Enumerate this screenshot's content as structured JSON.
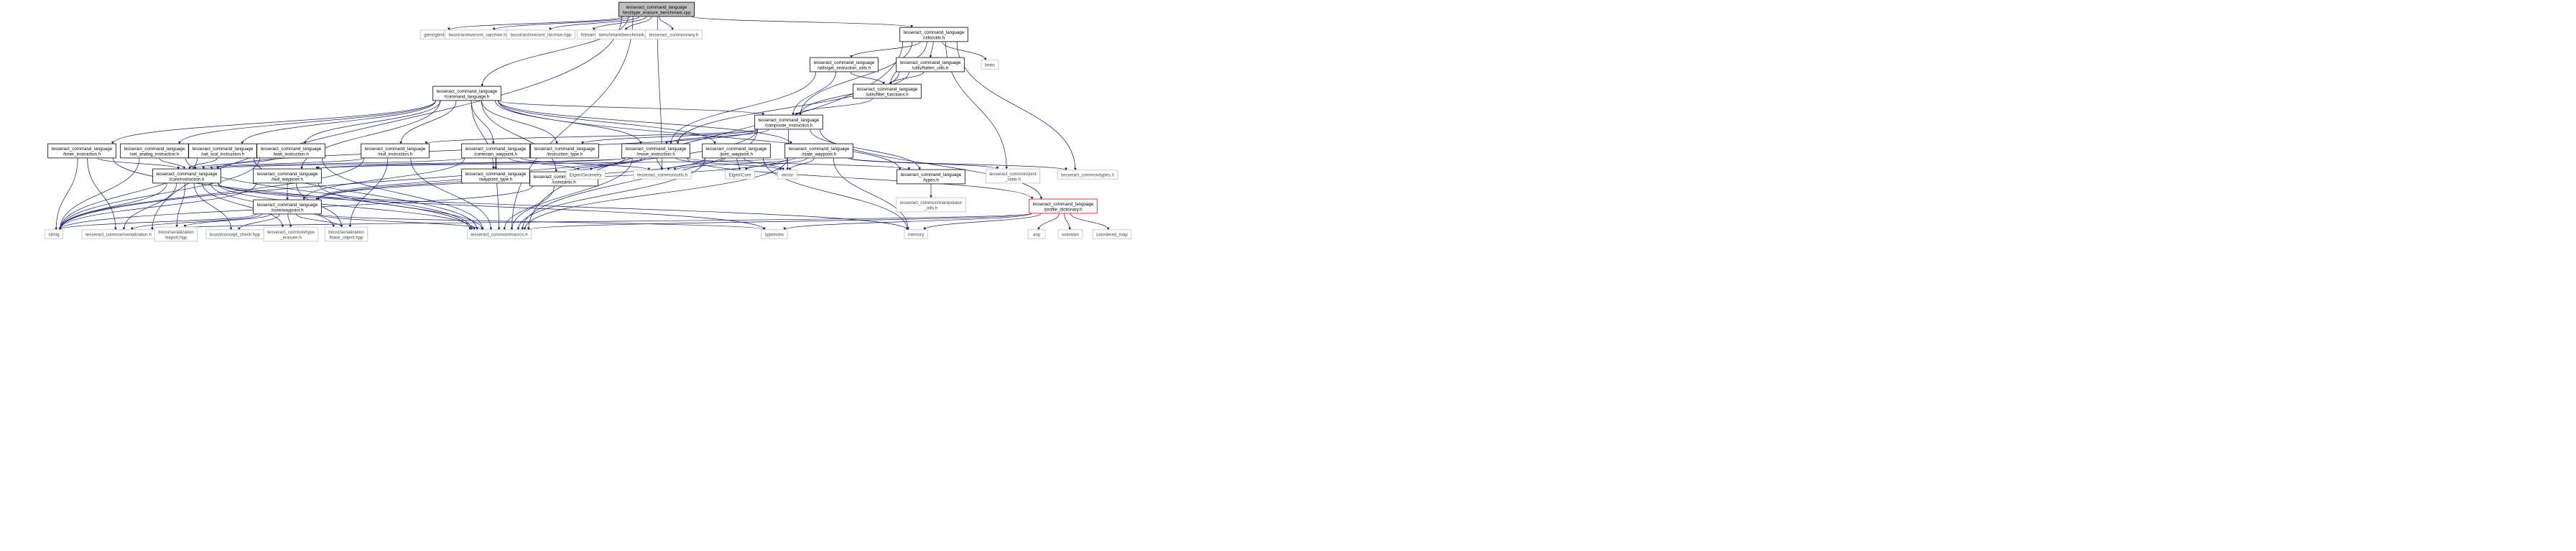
{
  "graph": {
    "nodes": [
      {
        "id": "root",
        "lines": [
          "tesseract_command_language",
          "/test/type_erasure_benchmark.cpp"
        ],
        "kind": "root"
      },
      {
        "id": "gtest",
        "lines": [
          "gtest/gtest.h"
        ],
        "kind": "external"
      },
      {
        "id": "oarchive",
        "lines": [
          "boost/archive/xml_oarchive.hpp"
        ],
        "kind": "external"
      },
      {
        "id": "iarchive",
        "lines": [
          "boost/archive/xml_iarchive.hpp"
        ],
        "kind": "external"
      },
      {
        "id": "fstream",
        "lines": [
          "fstream"
        ],
        "kind": "external"
      },
      {
        "id": "benchmark",
        "lines": [
          "benchmark/benchmark.h"
        ],
        "kind": "external"
      },
      {
        "id": "any_h",
        "lines": [
          "tesseract_common/any.h"
        ],
        "kind": "external"
      },
      {
        "id": "utils",
        "lines": [
          "tesseract_command_language",
          "/utils/utils.h"
        ],
        "kind": "internal"
      },
      {
        "id": "limits",
        "lines": [
          "limits"
        ],
        "kind": "external"
      },
      {
        "id": "get_instr",
        "lines": [
          "tesseract_command_language",
          "/utils/get_instruction_utils.h"
        ],
        "kind": "internal"
      },
      {
        "id": "flatten",
        "lines": [
          "tesseract_command_language",
          "/utils/flatten_utils.h"
        ],
        "kind": "internal"
      },
      {
        "id": "filter",
        "lines": [
          "tesseract_command_language",
          "/utils/filter_functions.h"
        ],
        "kind": "internal"
      },
      {
        "id": "cmdlang",
        "lines": [
          "tesseract_command_language",
          "/command_language.h"
        ],
        "kind": "internal"
      },
      {
        "id": "composite",
        "lines": [
          "tesseract_command_language",
          "/composite_instruction.h"
        ],
        "kind": "internal"
      },
      {
        "id": "timer",
        "lines": [
          "tesseract_command_language",
          "/timer_instruction.h"
        ],
        "kind": "internal"
      },
      {
        "id": "set_analog",
        "lines": [
          "tesseract_command_language",
          "/set_analog_instruction.h"
        ],
        "kind": "internal"
      },
      {
        "id": "set_tool",
        "lines": [
          "tesseract_command_language",
          "/set_tool_instruction.h"
        ],
        "kind": "internal"
      },
      {
        "id": "wait",
        "lines": [
          "tesseract_command_language",
          "/wait_instruction.h"
        ],
        "kind": "internal"
      },
      {
        "id": "null_instr",
        "lines": [
          "tesseract_command_language",
          "/null_instruction.h"
        ],
        "kind": "internal"
      },
      {
        "id": "cartesian",
        "lines": [
          "tesseract_command_language",
          "/cartesian_waypoint.h"
        ],
        "kind": "internal"
      },
      {
        "id": "instr_type",
        "lines": [
          "tesseract_command_language",
          "/instruction_type.h"
        ],
        "kind": "internal"
      },
      {
        "id": "move",
        "lines": [
          "tesseract_command_language",
          "/move_instruction.h"
        ],
        "kind": "internal"
      },
      {
        "id": "joint_wp",
        "lines": [
          "tesseract_command_language",
          "/joint_waypoint.h"
        ],
        "kind": "internal"
      },
      {
        "id": "state_wp",
        "lines": [
          "tesseract_command_language",
          "/state_waypoint.h"
        ],
        "kind": "internal"
      },
      {
        "id": "core_instr",
        "lines": [
          "tesseract_command_language",
          "/core/instruction.h"
        ],
        "kind": "internal"
      },
      {
        "id": "null_wp",
        "lines": [
          "tesseract_command_language",
          "/null_waypoint.h"
        ],
        "kind": "internal"
      },
      {
        "id": "wp_type",
        "lines": [
          "tesseract_command_language",
          "/waypoint_type.h"
        ],
        "kind": "internal"
      },
      {
        "id": "constants",
        "lines": [
          "tesseract_command_language",
          "/constants.h"
        ],
        "kind": "internal"
      },
      {
        "id": "eigen_geo",
        "lines": [
          "Eigen/Geometry"
        ],
        "kind": "external"
      },
      {
        "id": "common_utils",
        "lines": [
          "tesseract_common/utils.h"
        ],
        "kind": "external"
      },
      {
        "id": "eigen_core",
        "lines": [
          "Eigen/Core"
        ],
        "kind": "external"
      },
      {
        "id": "vector",
        "lines": [
          "vector"
        ],
        "kind": "external"
      },
      {
        "id": "types",
        "lines": [
          "tesseract_command_language",
          "/types.h"
        ],
        "kind": "internal"
      },
      {
        "id": "joint_state",
        "lines": [
          "tesseract_common/joint",
          "_state.h"
        ],
        "kind": "external"
      },
      {
        "id": "common_types",
        "lines": [
          "tesseract_common/types.h"
        ],
        "kind": "external"
      },
      {
        "id": "manip_info",
        "lines": [
          "tesseract_common/manipulator",
          "_info.h"
        ],
        "kind": "external"
      },
      {
        "id": "core_wp",
        "lines": [
          "tesseract_command_language",
          "/core/waypoint.h"
        ],
        "kind": "internal"
      },
      {
        "id": "profile_dict",
        "lines": [
          "tesseract_command_language",
          "/profile_dictionary.h"
        ],
        "kind": "missing"
      },
      {
        "id": "string",
        "lines": [
          "string"
        ],
        "kind": "external"
      },
      {
        "id": "serialization",
        "lines": [
          "tesseract_common/serialization.h"
        ],
        "kind": "external"
      },
      {
        "id": "export",
        "lines": [
          "boost/serialization",
          "/export.hpp"
        ],
        "kind": "external"
      },
      {
        "id": "concept",
        "lines": [
          "boost/concept_check.hpp"
        ],
        "kind": "external"
      },
      {
        "id": "type_erasure",
        "lines": [
          "tesseract_common/type",
          "_erasure.h"
        ],
        "kind": "external"
      },
      {
        "id": "base_object",
        "lines": [
          "boost/serialization",
          "/base_object.hpp"
        ],
        "kind": "external"
      },
      {
        "id": "macros",
        "lines": [
          "tesseract_common/macros.h"
        ],
        "kind": "external"
      },
      {
        "id": "typeindex",
        "lines": [
          "typeindex"
        ],
        "kind": "external"
      },
      {
        "id": "memory",
        "lines": [
          "memory"
        ],
        "kind": "external"
      },
      {
        "id": "any",
        "lines": [
          "any"
        ],
        "kind": "external"
      },
      {
        "id": "iostream",
        "lines": [
          "iostream"
        ],
        "kind": "external"
      },
      {
        "id": "unordered_map",
        "lines": [
          "unordered_map"
        ],
        "kind": "external"
      }
    ],
    "edges": [
      [
        "root",
        "gtest"
      ],
      [
        "root",
        "oarchive"
      ],
      [
        "root",
        "iarchive"
      ],
      [
        "root",
        "fstream"
      ],
      [
        "root",
        "benchmark"
      ],
      [
        "root",
        "any_h"
      ],
      [
        "root",
        "utils"
      ],
      [
        "root",
        "cmdlang"
      ],
      [
        "root",
        "serialization"
      ],
      [
        "root",
        "common_utils"
      ],
      [
        "root",
        "macros"
      ],
      [
        "utils",
        "get_instr"
      ],
      [
        "utils",
        "flatten"
      ],
      [
        "utils",
        "filter"
      ],
      [
        "utils",
        "composite"
      ],
      [
        "utils",
        "limits"
      ],
      [
        "utils",
        "common_types"
      ],
      [
        "utils",
        "joint_state"
      ],
      [
        "utils",
        "macros"
      ],
      [
        "get_instr",
        "composite"
      ],
      [
        "get_instr",
        "filter"
      ],
      [
        "get_instr",
        "move"
      ],
      [
        "flatten",
        "filter"
      ],
      [
        "flatten",
        "composite"
      ],
      [
        "flatten",
        "move"
      ],
      [
        "filter",
        "composite"
      ],
      [
        "cmdlang",
        "composite"
      ],
      [
        "cmdlang",
        "timer"
      ],
      [
        "cmdlang",
        "set_analog"
      ],
      [
        "cmdlang",
        "set_tool"
      ],
      [
        "cmdlang",
        "wait"
      ],
      [
        "cmdlang",
        "null_instr"
      ],
      [
        "cmdlang",
        "cartesian"
      ],
      [
        "cmdlang",
        "instr_type"
      ],
      [
        "cmdlang",
        "move"
      ],
      [
        "cmdlang",
        "joint_wp"
      ],
      [
        "cmdlang",
        "state_wp"
      ],
      [
        "cmdlang",
        "null_wp"
      ],
      [
        "cmdlang",
        "wp_type"
      ],
      [
        "cmdlang",
        "constants"
      ],
      [
        "cmdlang",
        "types"
      ],
      [
        "composite",
        "instr_type"
      ],
      [
        "composite",
        "null_instr"
      ],
      [
        "composite",
        "move"
      ],
      [
        "composite",
        "vector"
      ],
      [
        "composite",
        "types"
      ],
      [
        "composite",
        "profile_dict"
      ],
      [
        "composite",
        "macros"
      ],
      [
        "composite",
        "core_instr"
      ],
      [
        "composite",
        "string"
      ],
      [
        "timer",
        "core_instr"
      ],
      [
        "timer",
        "string"
      ],
      [
        "timer",
        "serialization"
      ],
      [
        "timer",
        "macros"
      ],
      [
        "set_analog",
        "core_instr"
      ],
      [
        "set_analog",
        "string"
      ],
      [
        "set_analog",
        "macros"
      ],
      [
        "set_tool",
        "core_instr"
      ],
      [
        "set_tool",
        "string"
      ],
      [
        "set_tool",
        "macros"
      ],
      [
        "wait",
        "core_instr"
      ],
      [
        "wait",
        "string"
      ],
      [
        "wait",
        "macros"
      ],
      [
        "null_instr",
        "core_instr"
      ],
      [
        "null_instr",
        "string"
      ],
      [
        "null_instr",
        "macros"
      ],
      [
        "null_instr",
        "base_object"
      ],
      [
        "cartesian",
        "core_wp"
      ],
      [
        "cartesian",
        "wp_type"
      ],
      [
        "cartesian",
        "eigen_geo"
      ],
      [
        "cartesian",
        "common_utils"
      ],
      [
        "cartesian",
        "macros"
      ],
      [
        "cartesian",
        "core_instr"
      ],
      [
        "move",
        "core_instr"
      ],
      [
        "move",
        "core_wp"
      ],
      [
        "move",
        "constants"
      ],
      [
        "move",
        "eigen_geo"
      ],
      [
        "move",
        "common_utils"
      ],
      [
        "move",
        "vector"
      ],
      [
        "move",
        "profile_dict"
      ],
      [
        "move",
        "macros"
      ],
      [
        "move",
        "null_wp"
      ],
      [
        "move",
        "types"
      ],
      [
        "joint_wp",
        "core_wp"
      ],
      [
        "joint_wp",
        "eigen_core"
      ],
      [
        "joint_wp",
        "vector"
      ],
      [
        "joint_wp",
        "common_utils"
      ],
      [
        "joint_wp",
        "macros"
      ],
      [
        "joint_wp",
        "memory"
      ],
      [
        "state_wp",
        "core_wp"
      ],
      [
        "state_wp",
        "eigen_core"
      ],
      [
        "state_wp",
        "vector"
      ],
      [
        "state_wp",
        "common_utils"
      ],
      [
        "state_wp",
        "joint_state"
      ],
      [
        "state_wp",
        "common_types"
      ],
      [
        "state_wp",
        "macros"
      ],
      [
        "state_wp",
        "memory"
      ],
      [
        "state_wp",
        "null_wp"
      ],
      [
        "core_instr",
        "string"
      ],
      [
        "core_instr",
        "serialization"
      ],
      [
        "core_instr",
        "export"
      ],
      [
        "core_instr",
        "concept"
      ],
      [
        "core_instr",
        "type_erasure"
      ],
      [
        "core_instr",
        "base_object"
      ],
      [
        "core_instr",
        "macros"
      ],
      [
        "core_instr",
        "typeindex"
      ],
      [
        "core_instr",
        "memory"
      ],
      [
        "null_wp",
        "core_wp"
      ],
      [
        "null_wp",
        "string"
      ],
      [
        "null_wp",
        "macros"
      ],
      [
        "null_wp",
        "base_object"
      ],
      [
        "constants",
        "string"
      ],
      [
        "constants",
        "macros"
      ],
      [
        "types",
        "manip_info"
      ],
      [
        "core_wp",
        "string"
      ],
      [
        "core_wp",
        "serialization"
      ],
      [
        "core_wp",
        "export"
      ],
      [
        "core_wp",
        "concept"
      ],
      [
        "core_wp",
        "type_erasure"
      ],
      [
        "core_wp",
        "base_object"
      ],
      [
        "core_wp",
        "macros"
      ],
      [
        "core_wp",
        "typeindex"
      ],
      [
        "profile_dict",
        "any"
      ],
      [
        "profile_dict",
        "iostream"
      ],
      [
        "profile_dict",
        "unordered_map"
      ],
      [
        "profile_dict",
        "typeindex"
      ],
      [
        "profile_dict",
        "memory"
      ],
      [
        "profile_dict",
        "macros"
      ],
      [
        "profile_dict",
        "serialization"
      ]
    ]
  },
  "colors": {
    "root_fill": "#bfbfbf",
    "root_border": "#000000",
    "internal_fill": "#ffffff",
    "internal_border": "#000000",
    "external_fill": "#ffffff",
    "external_border": "#bfbfbf",
    "missing_border": "#ff0000",
    "edge": "#191970"
  }
}
